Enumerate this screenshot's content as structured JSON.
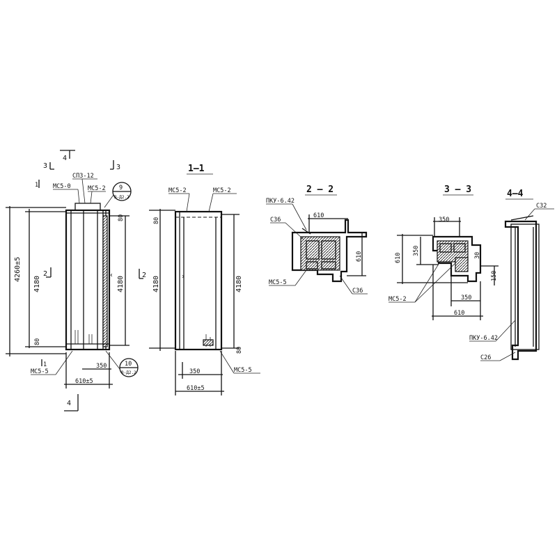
{
  "sheet": {
    "main_view": {
      "section_mark_left_top": "3",
      "section_mark_top": "4",
      "section_mark_right_top": "3",
      "section_mark_mid_left": "2",
      "section_mark_mid_right": "2",
      "section_mark_bottom_left": "1",
      "section_mark_bottom": "4",
      "section_mark_upper_left": "1",
      "label_spz": "СП3-12",
      "label_mcs0": "МС5-0",
      "label_mcs2": "МС5-2",
      "label_mcs5": "МС5-5",
      "callout_9_num": "9",
      "callout_9_ref": "В-Д2.2",
      "callout_10_num": "10",
      "callout_10_ref": "В-Д2.2",
      "dim_total": "4260±5",
      "dim_height": "4180",
      "dim_height_right": "4180",
      "dim_top": "80",
      "dim_bottom": "80",
      "dim_350": "350",
      "dim_width": "610±5"
    },
    "section_1": {
      "title": "1—1",
      "label_left": "МС5-2",
      "label_right": "МС5-2",
      "label_bottom": "МС5-5",
      "dim_height_left": "4180",
      "dim_height_right": "4180",
      "dim_top": "80",
      "dim_bottom": "80",
      "dim_350": "350",
      "dim_width": "610±5"
    },
    "section_2": {
      "title": "2 — 2",
      "label_pku": "ПКУ-6.42",
      "label_s36_left": "С36",
      "label_s36_right": "С36",
      "label_mcs5": "МС5-5",
      "dim_610_top": "610",
      "dim_610_right": "610"
    },
    "section_3": {
      "title": "3 — 3",
      "label_mcs2": "МС5-2",
      "dim_350_top": "350",
      "dim_350_left": "350",
      "dim_350_bottom": "350",
      "dim_610_left": "610",
      "dim_610_bottom": "610",
      "dim_30": "30",
      "dim_150": "150"
    },
    "section_4": {
      "title": "4—4",
      "label_s32": "С32",
      "label_pku": "ПКУ-6.42",
      "label_s26": "С26"
    }
  }
}
